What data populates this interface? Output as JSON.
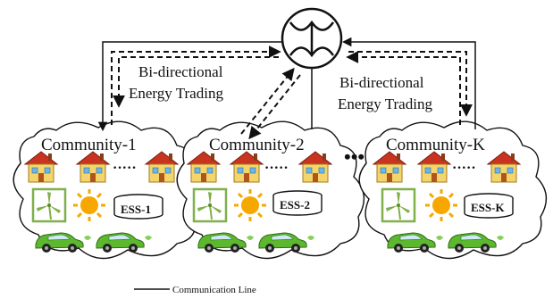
{
  "transformer": {
    "icon": "transformer-symbol-icon"
  },
  "flows": [
    {
      "label_line1": "Bi-directional",
      "label_line2": "Energy Trading"
    },
    {
      "label_line1": "Bi-directional",
      "label_line2": "Energy Trading"
    }
  ],
  "communities": [
    {
      "label": "Community-1",
      "ess": "ESS-1"
    },
    {
      "label": "Community-2",
      "ess": "ESS-2"
    },
    {
      "label": "Community-K",
      "ess": "ESS-K"
    }
  ],
  "separators": {
    "between_houses": "·····",
    "between_communities": "•••"
  },
  "legend": {
    "label": "Communication Line"
  },
  "colors": {
    "line": "#111111",
    "house_wall": "#f3d56b",
    "house_roof": "#c8341f",
    "car_body": "#5cb82e",
    "sun": "#f7a800",
    "panel_border": "#7fb04a"
  }
}
